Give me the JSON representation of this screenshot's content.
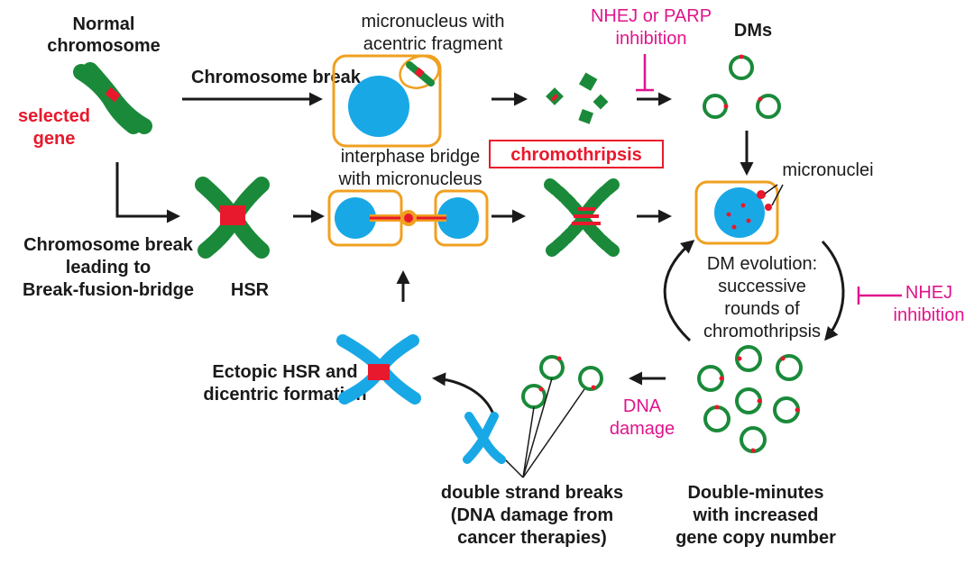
{
  "labels": {
    "normal_chromosome_1": "Normal",
    "normal_chromosome_2": "chromosome",
    "selected_gene_1": "selected",
    "selected_gene_2": "gene",
    "chromosome_break": "Chromosome break",
    "micronucleus_1": "micronucleus with",
    "micronucleus_2": "acentric fragment",
    "nhej_parp_1": "NHEJ or PARP",
    "nhej_parp_2": "inhibition",
    "dms": "DMs",
    "interphase_1": "interphase bridge",
    "interphase_2": "with micronucleus",
    "chromothripsis": "chromothripsis",
    "micronuclei": "micronuclei",
    "bfb_1": "Chromosome break",
    "bfb_2": "leading to",
    "bfb_3": "Break-fusion-bridge",
    "hsr": "HSR",
    "dm_evolution_1": "DM evolution:",
    "dm_evolution_2": "successive",
    "dm_evolution_3": "rounds of",
    "dm_evolution_4": "chromothripsis",
    "nhej_1": "NHEJ",
    "nhej_2": "inhibition",
    "ectopic_1": "Ectopic HSR and",
    "ectopic_2": "dicentric formation",
    "dna_damage_1": "DNA",
    "dna_damage_2": "damage",
    "dsb_1": "double strand breaks",
    "dsb_2": "(DNA damage from",
    "dsb_3": "cancer therapies)",
    "dm_increased_1": "Double-minutes",
    "dm_increased_2": "with increased",
    "dm_increased_3": "gene copy number"
  },
  "colors": {
    "green": "#1a8a3a",
    "red": "#e8192c",
    "blue": "#19a8e6",
    "orange": "#f0a020",
    "pink": "#e0148c",
    "black": "#1a1a1a"
  }
}
